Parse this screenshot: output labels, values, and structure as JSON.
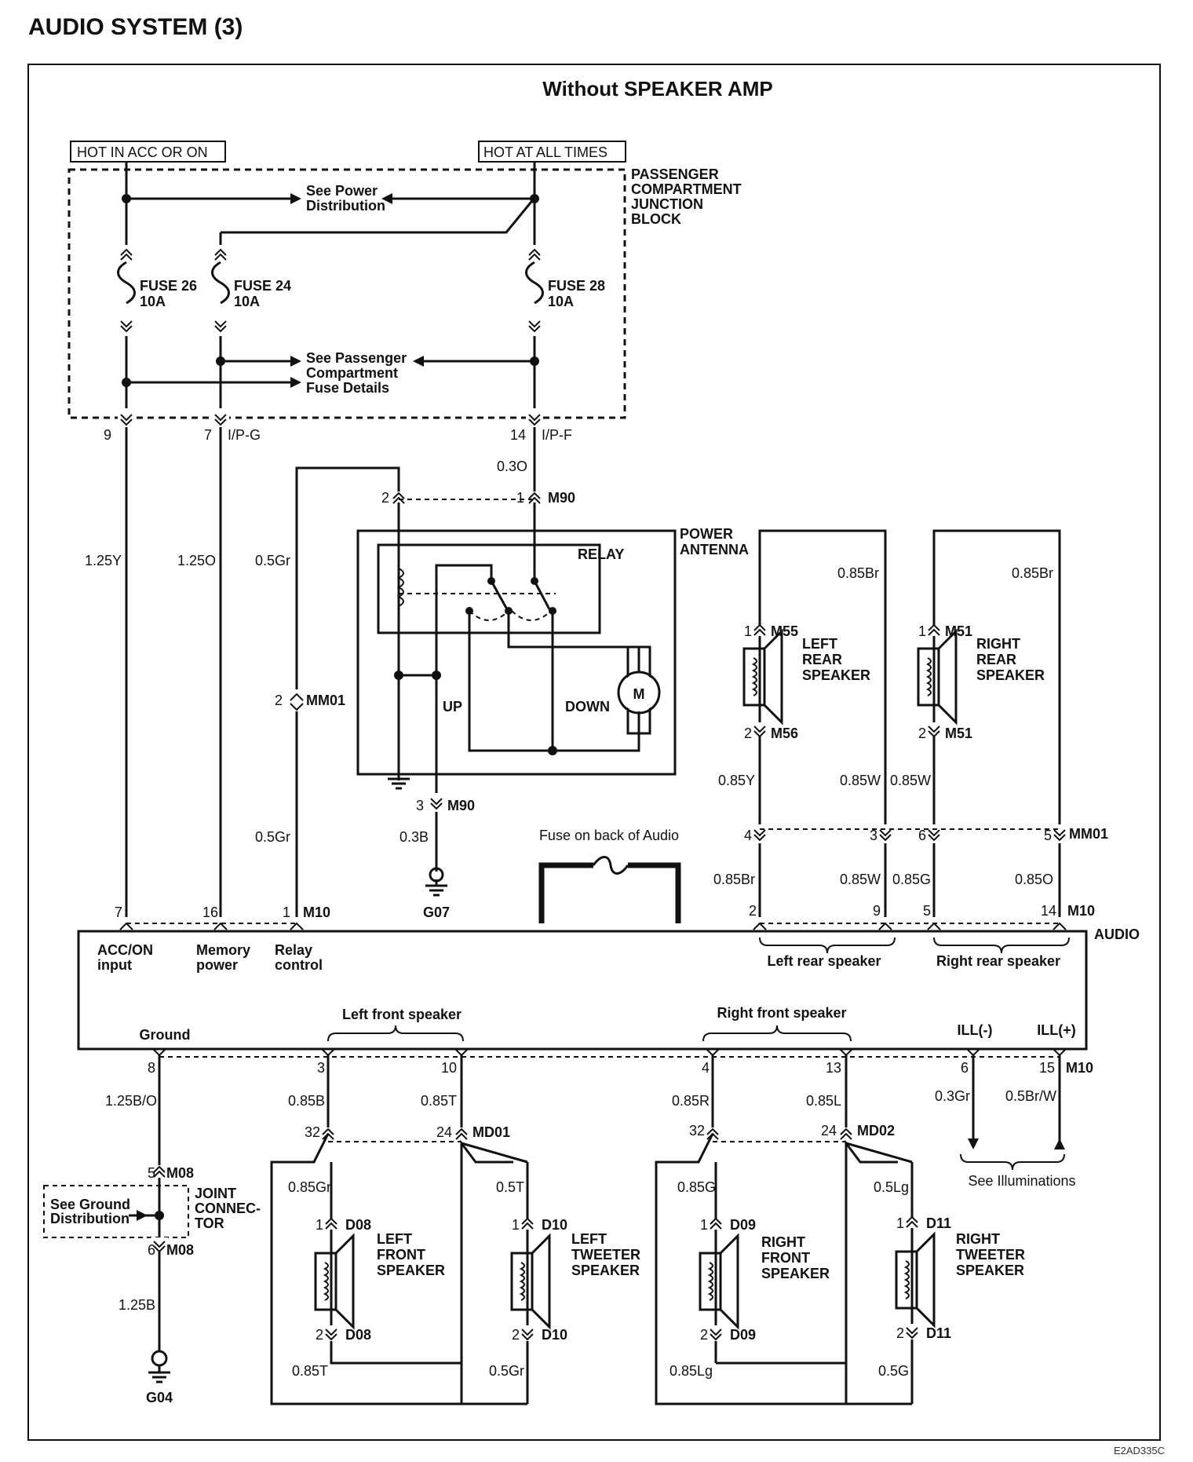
{
  "header": {
    "title": "AUDIO SYSTEM (3)",
    "subtitle": "Without SPEAKER AMP"
  },
  "power": {
    "hot_acc": "HOT IN ACC OR ON",
    "hot_always": "HOT AT ALL TIMES"
  },
  "junction_block": {
    "line1": "PASSENGER",
    "line2": "COMPARTMENT",
    "line3": "JUNCTION",
    "line4": "BLOCK"
  },
  "refs": {
    "power_dist_1": "See Power",
    "power_dist_2": "Distribution",
    "fuse_det_1": "See Passenger",
    "fuse_det_2": "Compartment",
    "fuse_det_3": "Fuse Details",
    "ground_dist_1": "See Ground",
    "ground_dist_2": "Distribution",
    "illum": "See Illuminations"
  },
  "fuses": [
    {
      "name": "FUSE 26",
      "rating": "10A"
    },
    {
      "name": "FUSE 24",
      "rating": "10A"
    },
    {
      "name": "FUSE 28",
      "rating": "10A"
    }
  ],
  "connectors": {
    "ip_g": "I/P-G",
    "ip_f": "I/P-F",
    "m90": "M90",
    "mm01": "MM01",
    "m10": "M10",
    "m55": "M55",
    "m56": "M56",
    "m51": "M51",
    "md01": "MD01",
    "md02": "MD02",
    "m08": "M08",
    "d08": "D08",
    "d10": "D10",
    "d09": "D09",
    "d11": "D11"
  },
  "pins": {
    "p9": "9",
    "p7": "7",
    "p14": "14",
    "p2": "2",
    "p1": "1",
    "p3": "3",
    "p4": "4",
    "p5": "5",
    "p6": "6",
    "p8": "8",
    "p10": "10",
    "p13": "13",
    "p15": "15",
    "p16": "16",
    "p24": "24",
    "p32": "32"
  },
  "wires": {
    "w_125y": "1.25Y",
    "w_125o": "1.25O",
    "w_05gr": "0.5Gr",
    "w_03o": "0.3O",
    "w_03b": "0.3B",
    "w_085br": "0.85Br",
    "w_085y": "0.85Y",
    "w_085w": "0.85W",
    "w_085g": "0.85G",
    "w_085o": "0.85O",
    "w_125bo": "1.25B/O",
    "w_125b": "1.25B",
    "w_085b": "0.85B",
    "w_085t": "0.85T",
    "w_085r": "0.85R",
    "w_085l": "0.85L",
    "w_03gr": "0.3Gr",
    "w_05brw": "0.5Br/W",
    "w_085gr": "0.85Gr",
    "w_05t": "0.5T",
    "w_05lg": "0.5Lg",
    "w_085lg": "0.85Lg",
    "w_05g": "0.5G"
  },
  "antenna": {
    "title1": "POWER",
    "title2": "ANTENNA",
    "relay": "RELAY",
    "up": "UP",
    "down": "DOWN",
    "motor": "M"
  },
  "grounds": {
    "g07": "G07",
    "g04": "G04"
  },
  "joint": {
    "line1": "JOINT",
    "line2": "CONNEC-",
    "line3": "TOR"
  },
  "fuse_audio": "Fuse on back of Audio",
  "audio": {
    "name": "AUDIO",
    "acc1": "ACC/ON",
    "acc2": "input",
    "mem1": "Memory",
    "mem2": "power",
    "rel1": "Relay",
    "rel2": "control",
    "left_rear": "Left rear speaker",
    "right_rear": "Right rear speaker",
    "left_front": "Left front speaker",
    "right_front": "Right front speaker",
    "ground": "Ground",
    "ill_minus": "ILL(-)",
    "ill_plus": "ILL(+)"
  },
  "speakers": {
    "lr1": "LEFT",
    "lr2": "REAR",
    "lr3": "SPEAKER",
    "rr1": "RIGHT",
    "rr2": "REAR",
    "rr3": "SPEAKER",
    "lf1": "LEFT",
    "lf2": "FRONT",
    "lf3": "SPEAKER",
    "lt1": "LEFT",
    "lt2": "TWEETER",
    "lt3": "SPEAKER",
    "rf1": "RIGHT",
    "rf2": "FRONT",
    "rf3": "SPEAKER",
    "rt1": "RIGHT",
    "rt2": "TWEETER",
    "rt3": "SPEAKER"
  },
  "footer_code": "E2AD335C"
}
